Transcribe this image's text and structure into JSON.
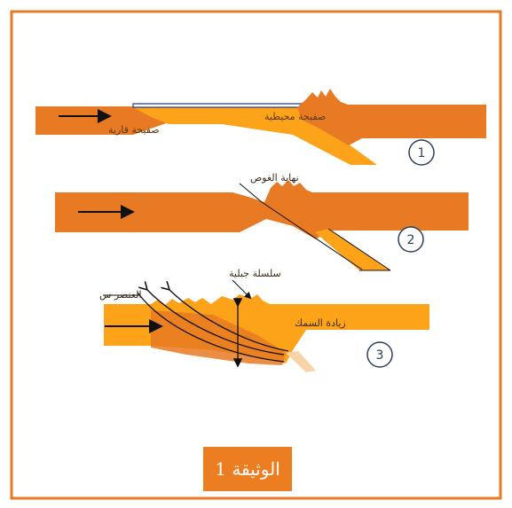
{
  "colors": {
    "frame": "#ea7a22",
    "plate_dark": "#e77a22",
    "plate_light": "#fca319",
    "water": "#2c3e7a",
    "circle": "#2c3e5a",
    "doc_bg": "#ed7d21"
  },
  "stage1": {
    "continental_label": "صفيحة قارية",
    "oceanic_label": "صفيحة محيطية",
    "number": "1"
  },
  "stage2": {
    "subduction_end_label": "نهاية الغوص",
    "number": "2"
  },
  "stage3": {
    "mountain_label": "سلسلة جبلية",
    "element_label": "العنصر س",
    "thickening_label": "زيادة السمك",
    "number": "3"
  },
  "document_title": "الوثيقة 1"
}
